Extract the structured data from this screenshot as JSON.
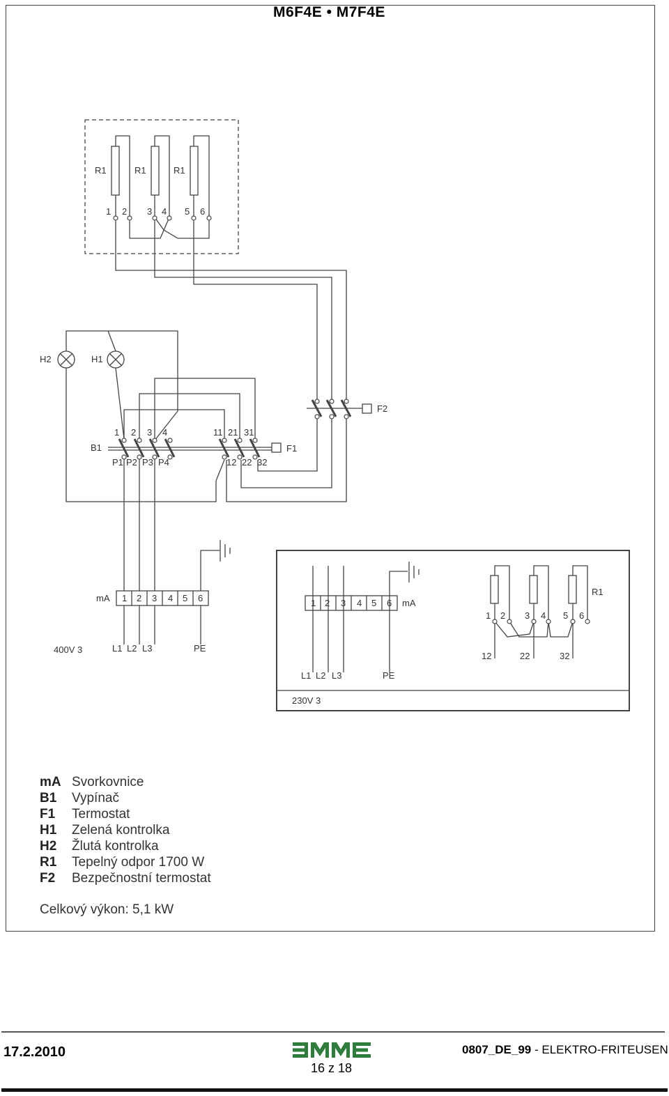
{
  "title": "M6F4E • M7F4E",
  "labels": {
    "r1": "R1",
    "h1": "H1",
    "h2": "H2",
    "b1": "B1",
    "f1": "F1",
    "f2": "F2",
    "ma": "mA",
    "pe": "PE",
    "l1": "L1",
    "l2": "L2",
    "l3": "L3",
    "v400": "400V 3",
    "v230": "230V 3",
    "t1": "1",
    "t2": "2",
    "t3": "3",
    "t4": "4",
    "t5": "5",
    "t6": "6",
    "t11": "11",
    "t21": "21",
    "t31": "31",
    "t12": "12",
    "t22": "22",
    "t32": "32",
    "p1": "P1",
    "p2": "P2",
    "p3": "P3",
    "p4": "P4"
  },
  "legend": [
    {
      "code": "mA",
      "text": "Svorkovnice"
    },
    {
      "code": "B1",
      "text": "Vypínač"
    },
    {
      "code": "F1",
      "text": "Termostat"
    },
    {
      "code": "H1",
      "text": "Zelená kontrolka"
    },
    {
      "code": "H2",
      "text": "Žlutá kontrolka"
    },
    {
      "code": "R1",
      "text": "Tepelný odpor 1700 W"
    },
    {
      "code": "F2",
      "text": "Bezpečnostní termostat"
    }
  ],
  "total": "Celkový výkon: 5,1 kW",
  "footer": {
    "date": "17.2.2010",
    "page": "16 z 18",
    "doc_code": "0807_DE_99",
    "doc_sep": " - ",
    "doc_name": "ELEKTRO-FRITEUSEN",
    "brand": "EMME"
  }
}
